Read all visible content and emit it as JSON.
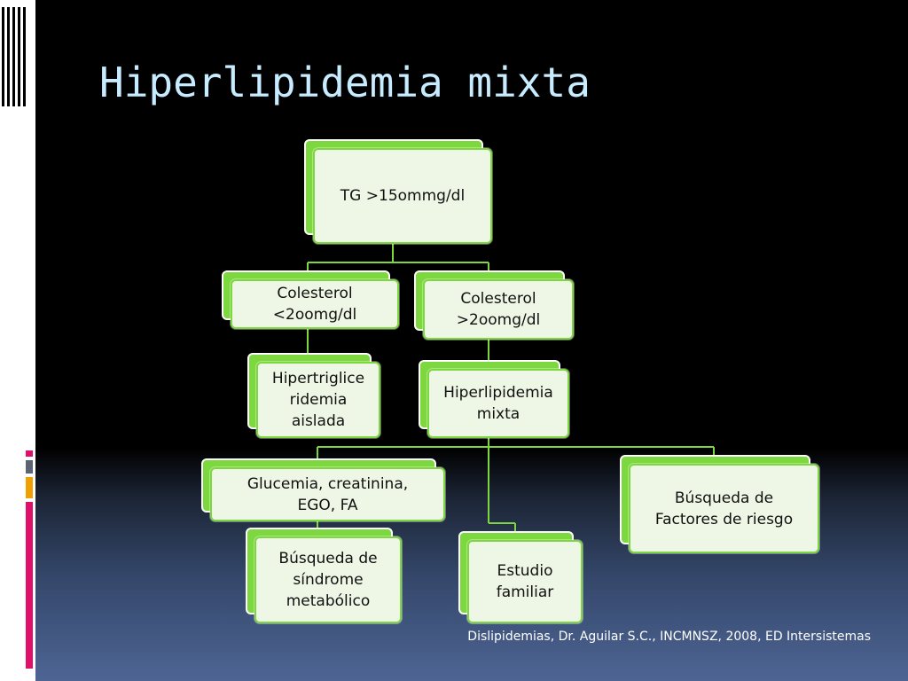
{
  "slide": {
    "title": "Hiperlipidemia mixta",
    "citation": "Dislipidemias, Dr. Aguilar S.C., INCMNSZ, 2008, ED Intersistemas",
    "colors": {
      "node_fill": "#7dd83f",
      "node_face": "#eef7e6",
      "connector": "#7dd83f",
      "title": "#c8ecff",
      "accent_red": "#e0106a",
      "accent_gray": "#5a6474",
      "accent_orange": "#f0a000"
    }
  },
  "diagram": {
    "nodes": {
      "tg": "TG >15ommg/dl",
      "col_low": "Colesterol\n<2oomg/dl",
      "col_high": "Colesterol\n>2oomg/dl",
      "hipertrig": "Hipertriglice\nridemia\naislada",
      "hiperlip": "Hiperlipidemia\nmixta",
      "glucemia": "Glucemia, creatinina,\nEGO, FA",
      "factores": "Búsqueda de\nFactores de riesgo",
      "sindrome": "Búsqueda de\nsíndrome\nmetabólico",
      "familiar": "Estudio\nfamiliar"
    }
  }
}
